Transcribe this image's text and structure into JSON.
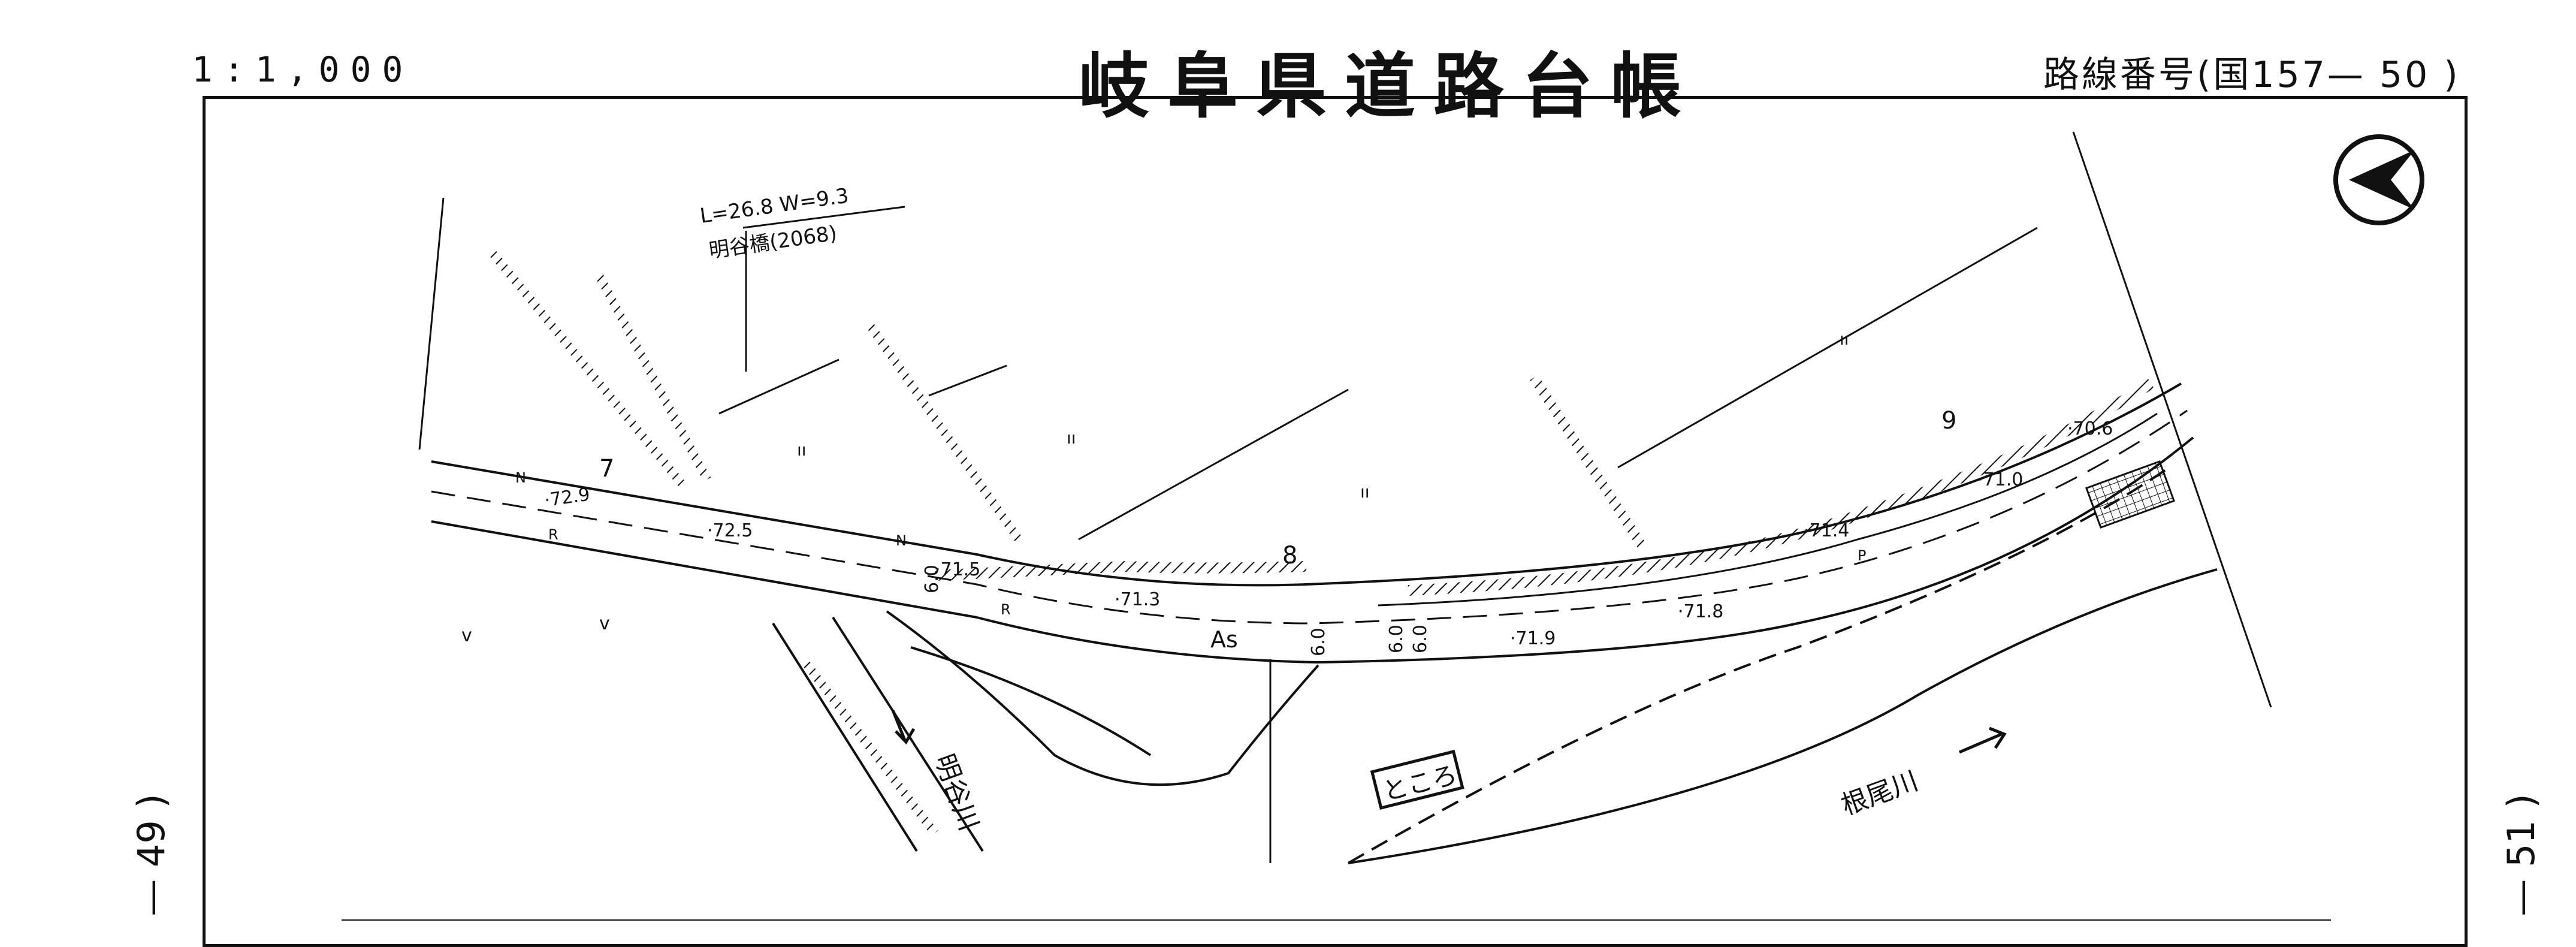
{
  "header": {
    "scale": "1:1,000",
    "title": "岐阜県道路台帳",
    "route": "路線番号(国157— 50 )"
  },
  "margins": {
    "left_page": "— 49 )",
    "right_page": "— 51 )"
  },
  "bridge": {
    "dims": "L=26.8 W=9.3",
    "name": "明谷橋(2068)"
  },
  "places": {
    "tokoro": "ところ",
    "meitani_river": "明谷川",
    "neo_river": "根尾川"
  },
  "stations": {
    "s7": "7",
    "s8": "8",
    "s9": "9"
  },
  "elevations": {
    "e729": "·72.9",
    "e725": "·72.5",
    "e715": "·71.5",
    "e713": "·71.3",
    "e719": "·71.9",
    "e718": "·71.8",
    "e714": "·71.4",
    "e710": "·71.0",
    "e706": "·70.6"
  },
  "road_labels": {
    "width_a": "6.0",
    "width_b": "6.0",
    "width_c": "6.0",
    "width_d": "6.0",
    "surface": "As",
    "n1": "N",
    "n2": "N",
    "r1": "R",
    "r2": "R",
    "p1": "P"
  },
  "land_marks": {
    "paddy": "ıı",
    "field": "v"
  },
  "compass": "north-arrow-icon"
}
